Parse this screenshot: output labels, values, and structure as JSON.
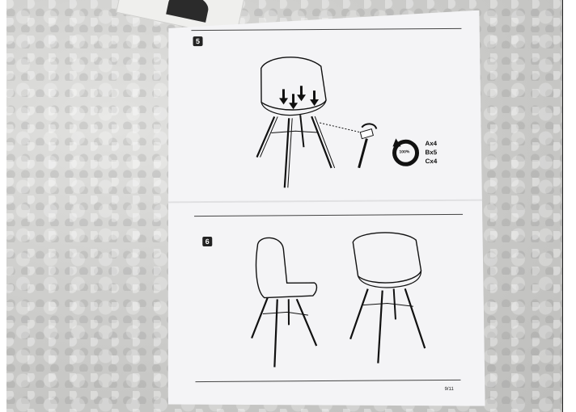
{
  "instruction_sheet": {
    "step_5": {
      "badge": "5"
    },
    "step_6": {
      "badge": "6"
    },
    "torque": "100%",
    "quantities": [
      "Ax4",
      "Bx5",
      "Cx4"
    ],
    "page_number": "9/11"
  },
  "icons": [
    "chair-icon",
    "arrow-down-icon",
    "allen-key-icon",
    "rotate-icon"
  ]
}
